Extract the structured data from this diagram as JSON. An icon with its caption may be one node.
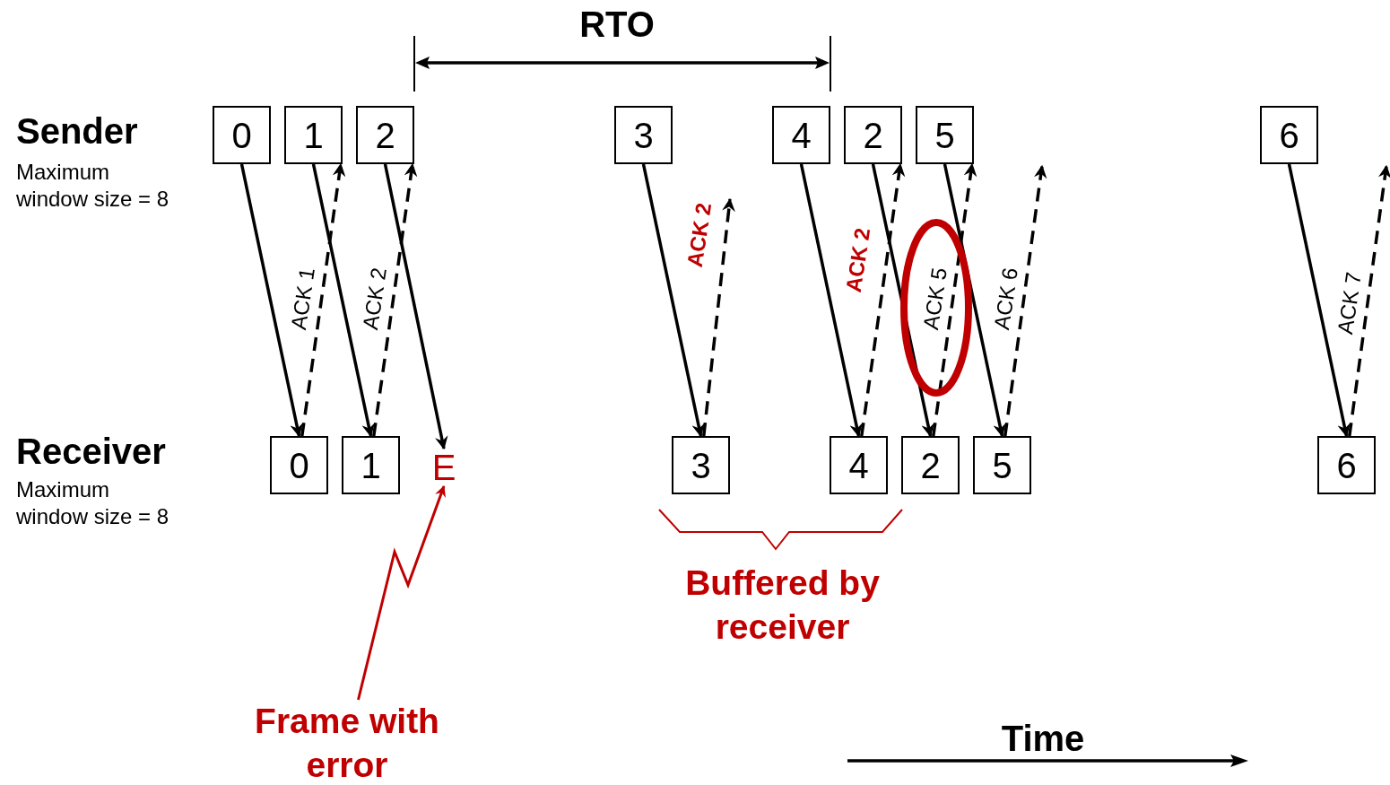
{
  "diagram": {
    "nodes": [
      {
        "text": [
          "0"
        ]
      },
      {
        "text": [
          "1"
        ]
      },
      {
        "text": [
          "2"
        ]
      },
      {
        "text": [
          "3"
        ]
      },
      {
        "text": [
          "4"
        ]
      },
      {
        "text": [
          "2"
        ]
      },
      {
        "text": [
          "5"
        ]
      },
      {
        "text": [
          "6"
        ]
      },
      {
        "text": [
          "0"
        ]
      },
      {
        "text": [
          "1"
        ]
      },
      {
        "text": [
          "E"
        ]
      },
      {
        "text": [
          "3"
        ]
      },
      {
        "text": [
          "4"
        ]
      },
      {
        "text": [
          "2"
        ]
      },
      {
        "text": [
          "5"
        ]
      },
      {
        "text": [
          "6"
        ]
      },
      {
        "text": [
          "Frame with error"
        ]
      }
    ],
    "edges": [
      {
        "from": 0,
        "to": 8,
        "arrow": "to"
      },
      {
        "from": 1,
        "to": 9,
        "arrow": "to"
      },
      {
        "from": 2,
        "to": 10,
        "arrow": "to"
      },
      {
        "from": 3,
        "to": 11,
        "arrow": "to"
      },
      {
        "from": 4,
        "to": 12,
        "arrow": "to"
      },
      {
        "from": 5,
        "to": 13,
        "arrow": "to"
      },
      {
        "from": 6,
        "to": 14,
        "arrow": "to"
      },
      {
        "from": 7,
        "to": 15,
        "arrow": "to"
      },
      {
        "from": 8,
        "to": 1,
        "arrow": "to",
        "label": "ACK 1",
        "style": "dashed"
      },
      {
        "from": 9,
        "to": 2,
        "arrow": "to",
        "label": "ACK 2",
        "style": "dashed"
      },
      {
        "from": 11,
        "to": null,
        "arrow": "to",
        "label": "ACK 2",
        "style": "dashed"
      },
      {
        "from": 12,
        "to": 5,
        "arrow": "to",
        "label": "ACK 2",
        "style": "dashed"
      },
      {
        "from": 13,
        "to": 6,
        "arrow": "to",
        "label": "ACK 5",
        "style": "dashed"
      },
      {
        "from": 14,
        "to": null,
        "arrow": "to",
        "label": "ACK 6",
        "style": "dashed"
      },
      {
        "from": 15,
        "to": null,
        "arrow": "to",
        "label": "ACK 7",
        "style": "dashed"
      },
      {
        "from": 16,
        "to": 10,
        "arrow": "to",
        "color": "#c00000"
      }
    ],
    "labels": [
      "RTO",
      "Sender",
      "Maximum window size = 8",
      "Receiver",
      "Maximum window size = 8",
      "Buffered by receiver",
      "Time"
    ]
  }
}
